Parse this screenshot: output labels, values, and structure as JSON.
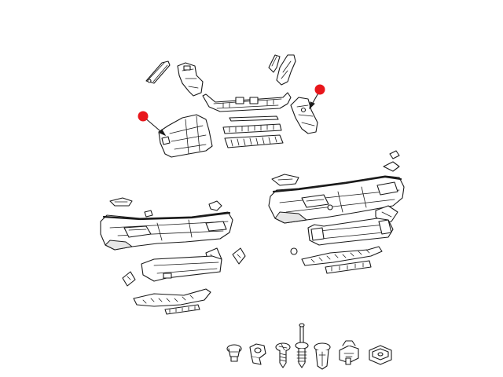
{
  "diagram": {
    "callouts": [
      {
        "id": "left-rear-bracket",
        "marker_color": "#e8161b"
      },
      {
        "id": "right-rear-bracket",
        "marker_color": "#e8161b"
      }
    ],
    "assemblies": [
      "upper-rear-support-and-brackets",
      "left-bumper-fascia-assembly",
      "right-bumper-fascia-assembly",
      "fasteners-row"
    ],
    "colors": {
      "line": "#1a1a1a",
      "highlight": "#e8161b",
      "background": "#ffffff"
    }
  }
}
